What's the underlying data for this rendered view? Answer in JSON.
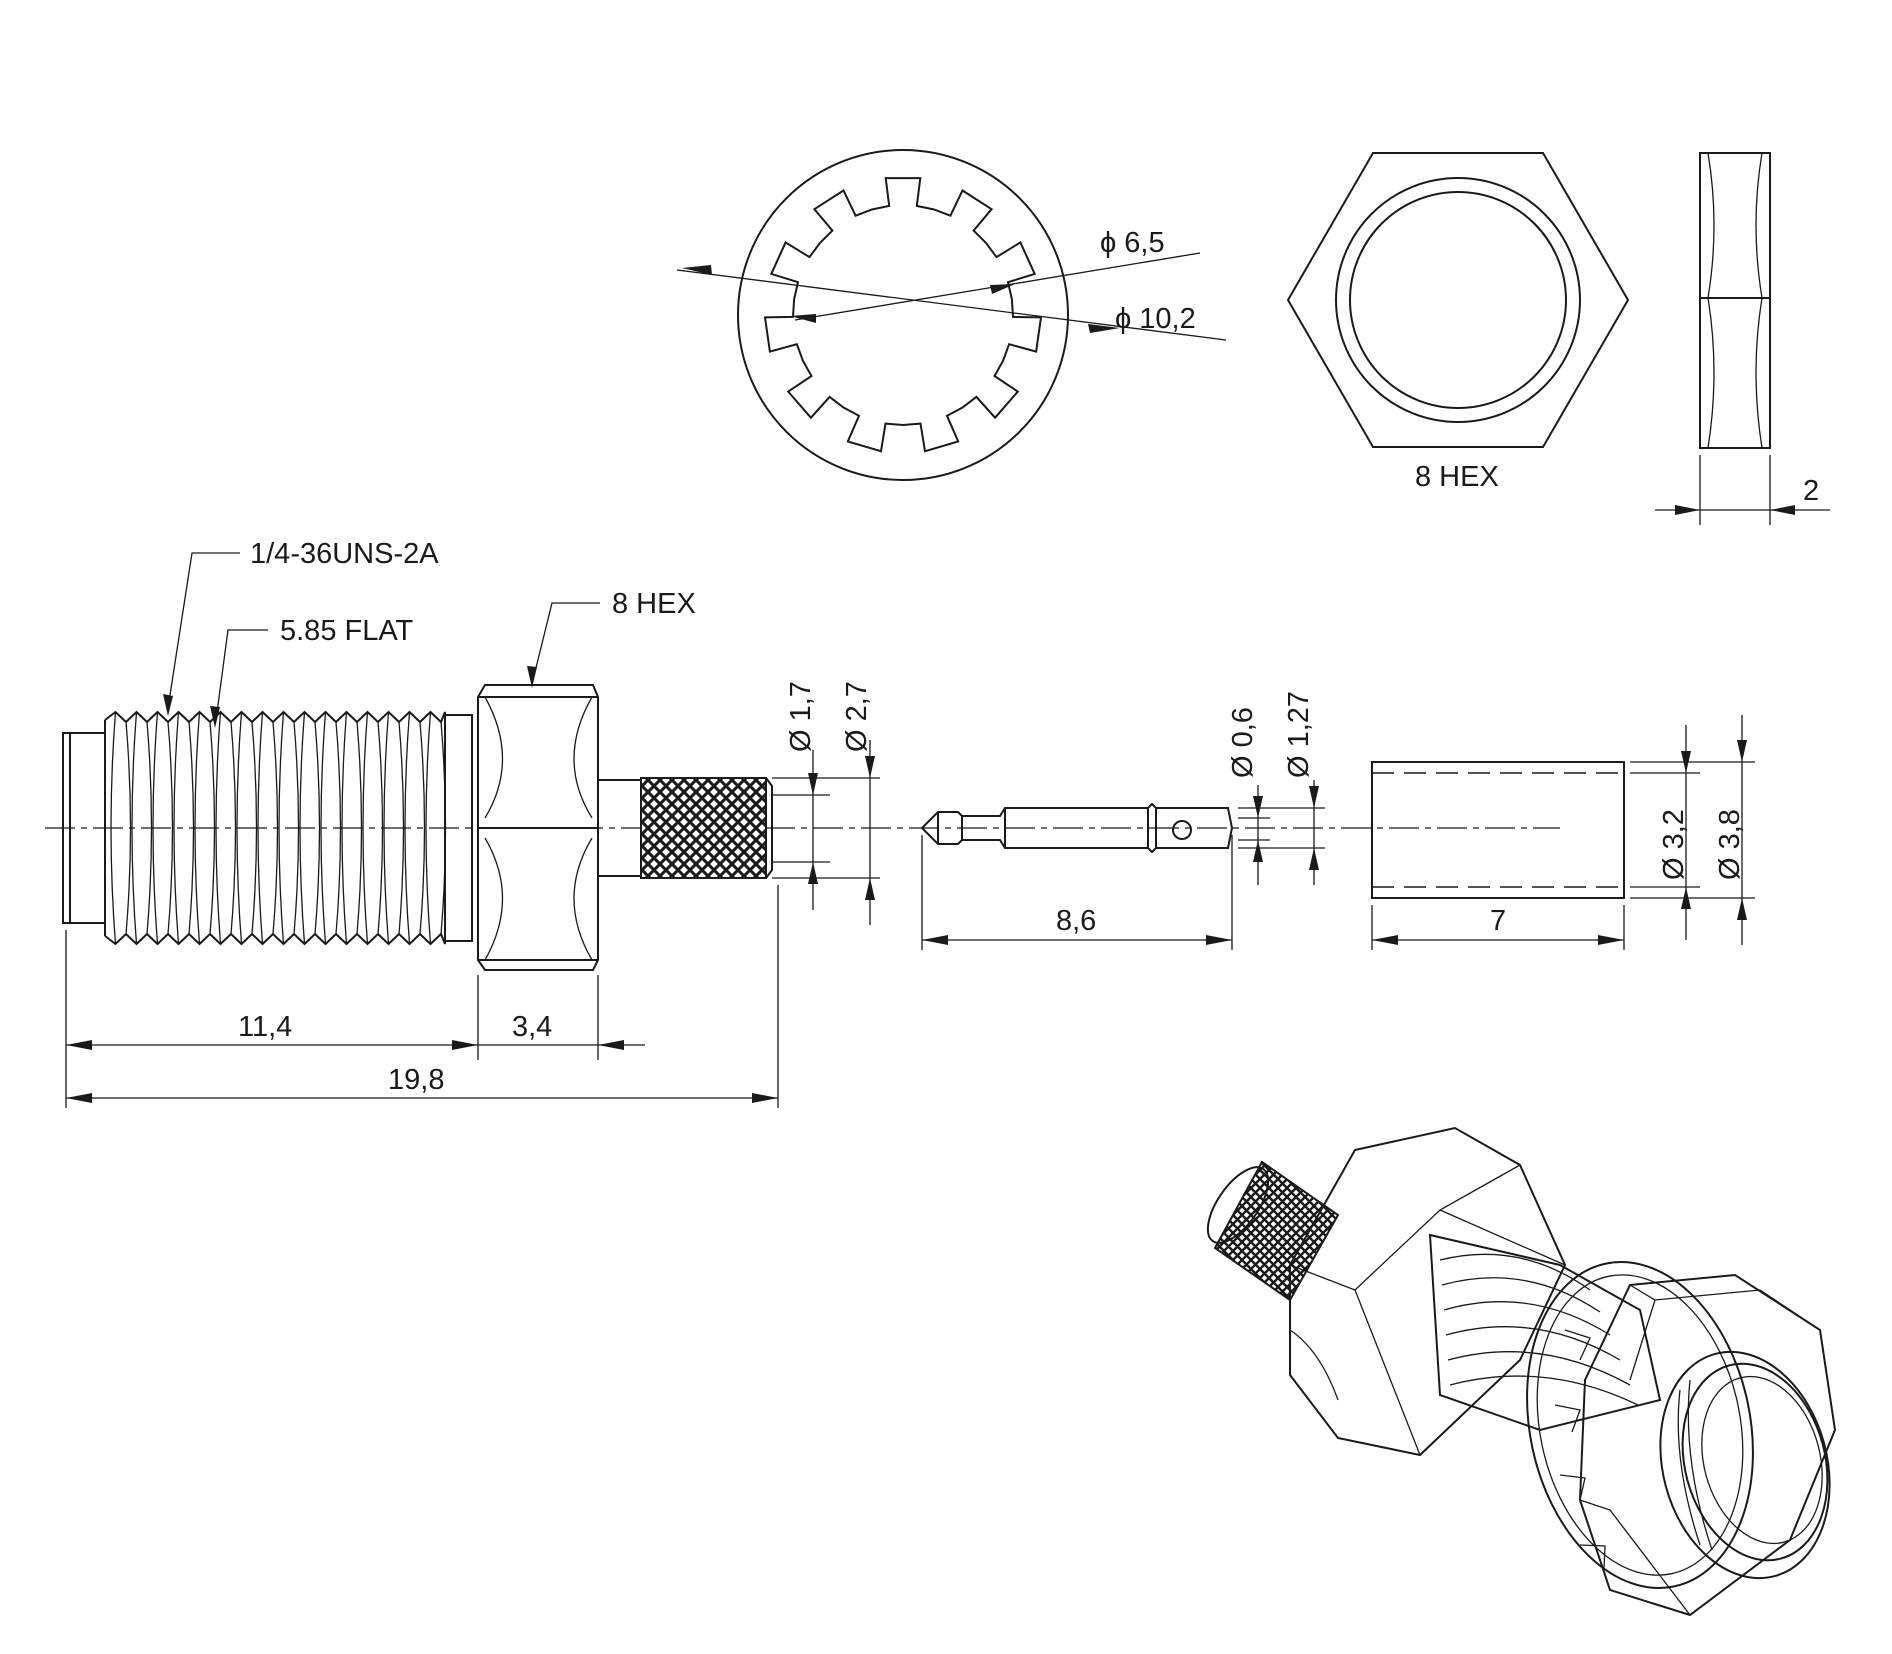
{
  "labels": {
    "washer_inner_dia": "ϕ 6,5",
    "washer_outer_dia": "ϕ 10,2",
    "nut_hex": "8 HEX",
    "nut_thickness": "2",
    "thread_spec": "1/4-36UNS-2A",
    "flat_spec": "5.85 FLAT",
    "body_hex": "8 HEX",
    "ferrule_inner_dia": "Ø 1,7",
    "ferrule_outer_dia": "Ø 2,7",
    "pin_tip_dia": "Ø 0,6",
    "pin_body_dia": "Ø 1,27",
    "sleeve_inner_dia": "Ø 3,2",
    "sleeve_outer_dia": "Ø 3,8",
    "dim_thread_length": "11,4",
    "dim_hex_length": "3,4",
    "dim_total_length": "19,8",
    "dim_pin_length": "8,6",
    "dim_sleeve_length": "7"
  },
  "colors": {
    "line": "#1a1a1a",
    "background": "#ffffff"
  }
}
